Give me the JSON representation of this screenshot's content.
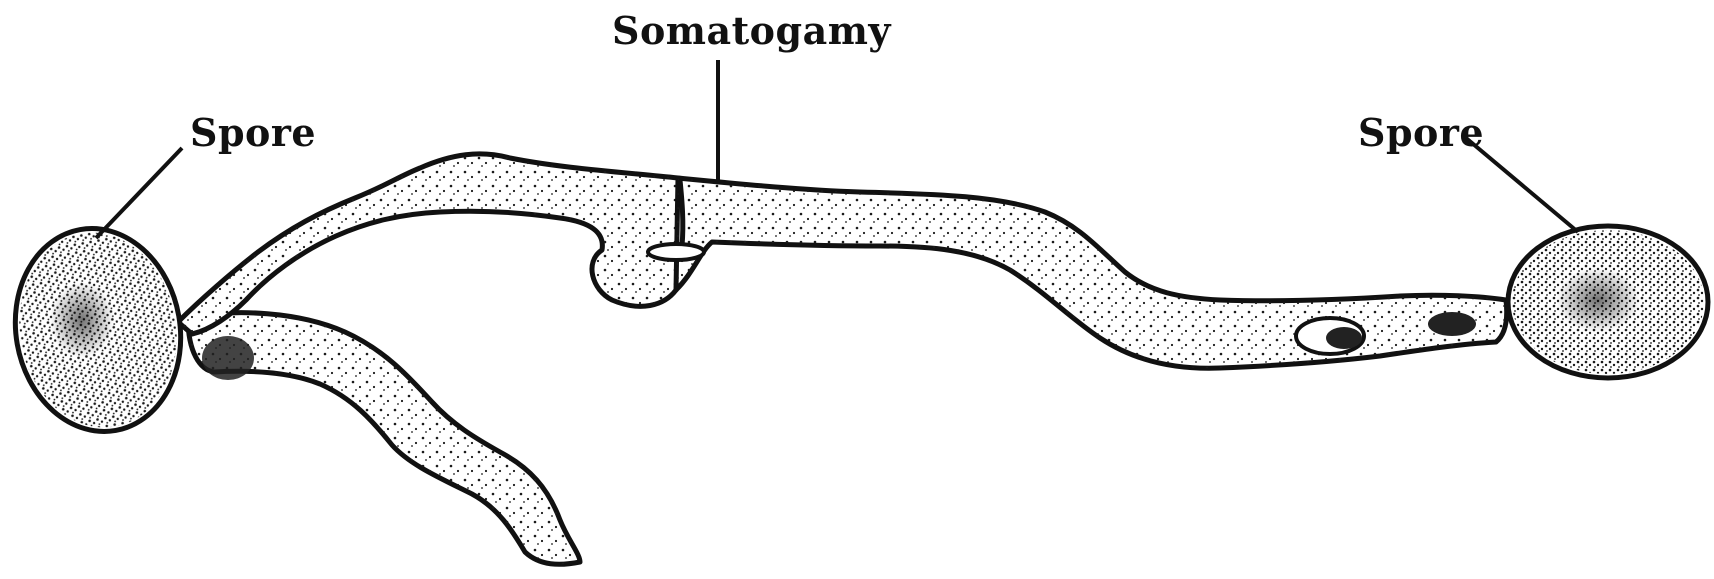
{
  "diagram": {
    "labels": {
      "somatogamy": "Somatogamy",
      "spore_left": "Spore",
      "spore_right": "Spore"
    },
    "colors": {
      "ink": "#111111",
      "fill": "#ffffff",
      "stipple": "#1a1a1a"
    }
  }
}
